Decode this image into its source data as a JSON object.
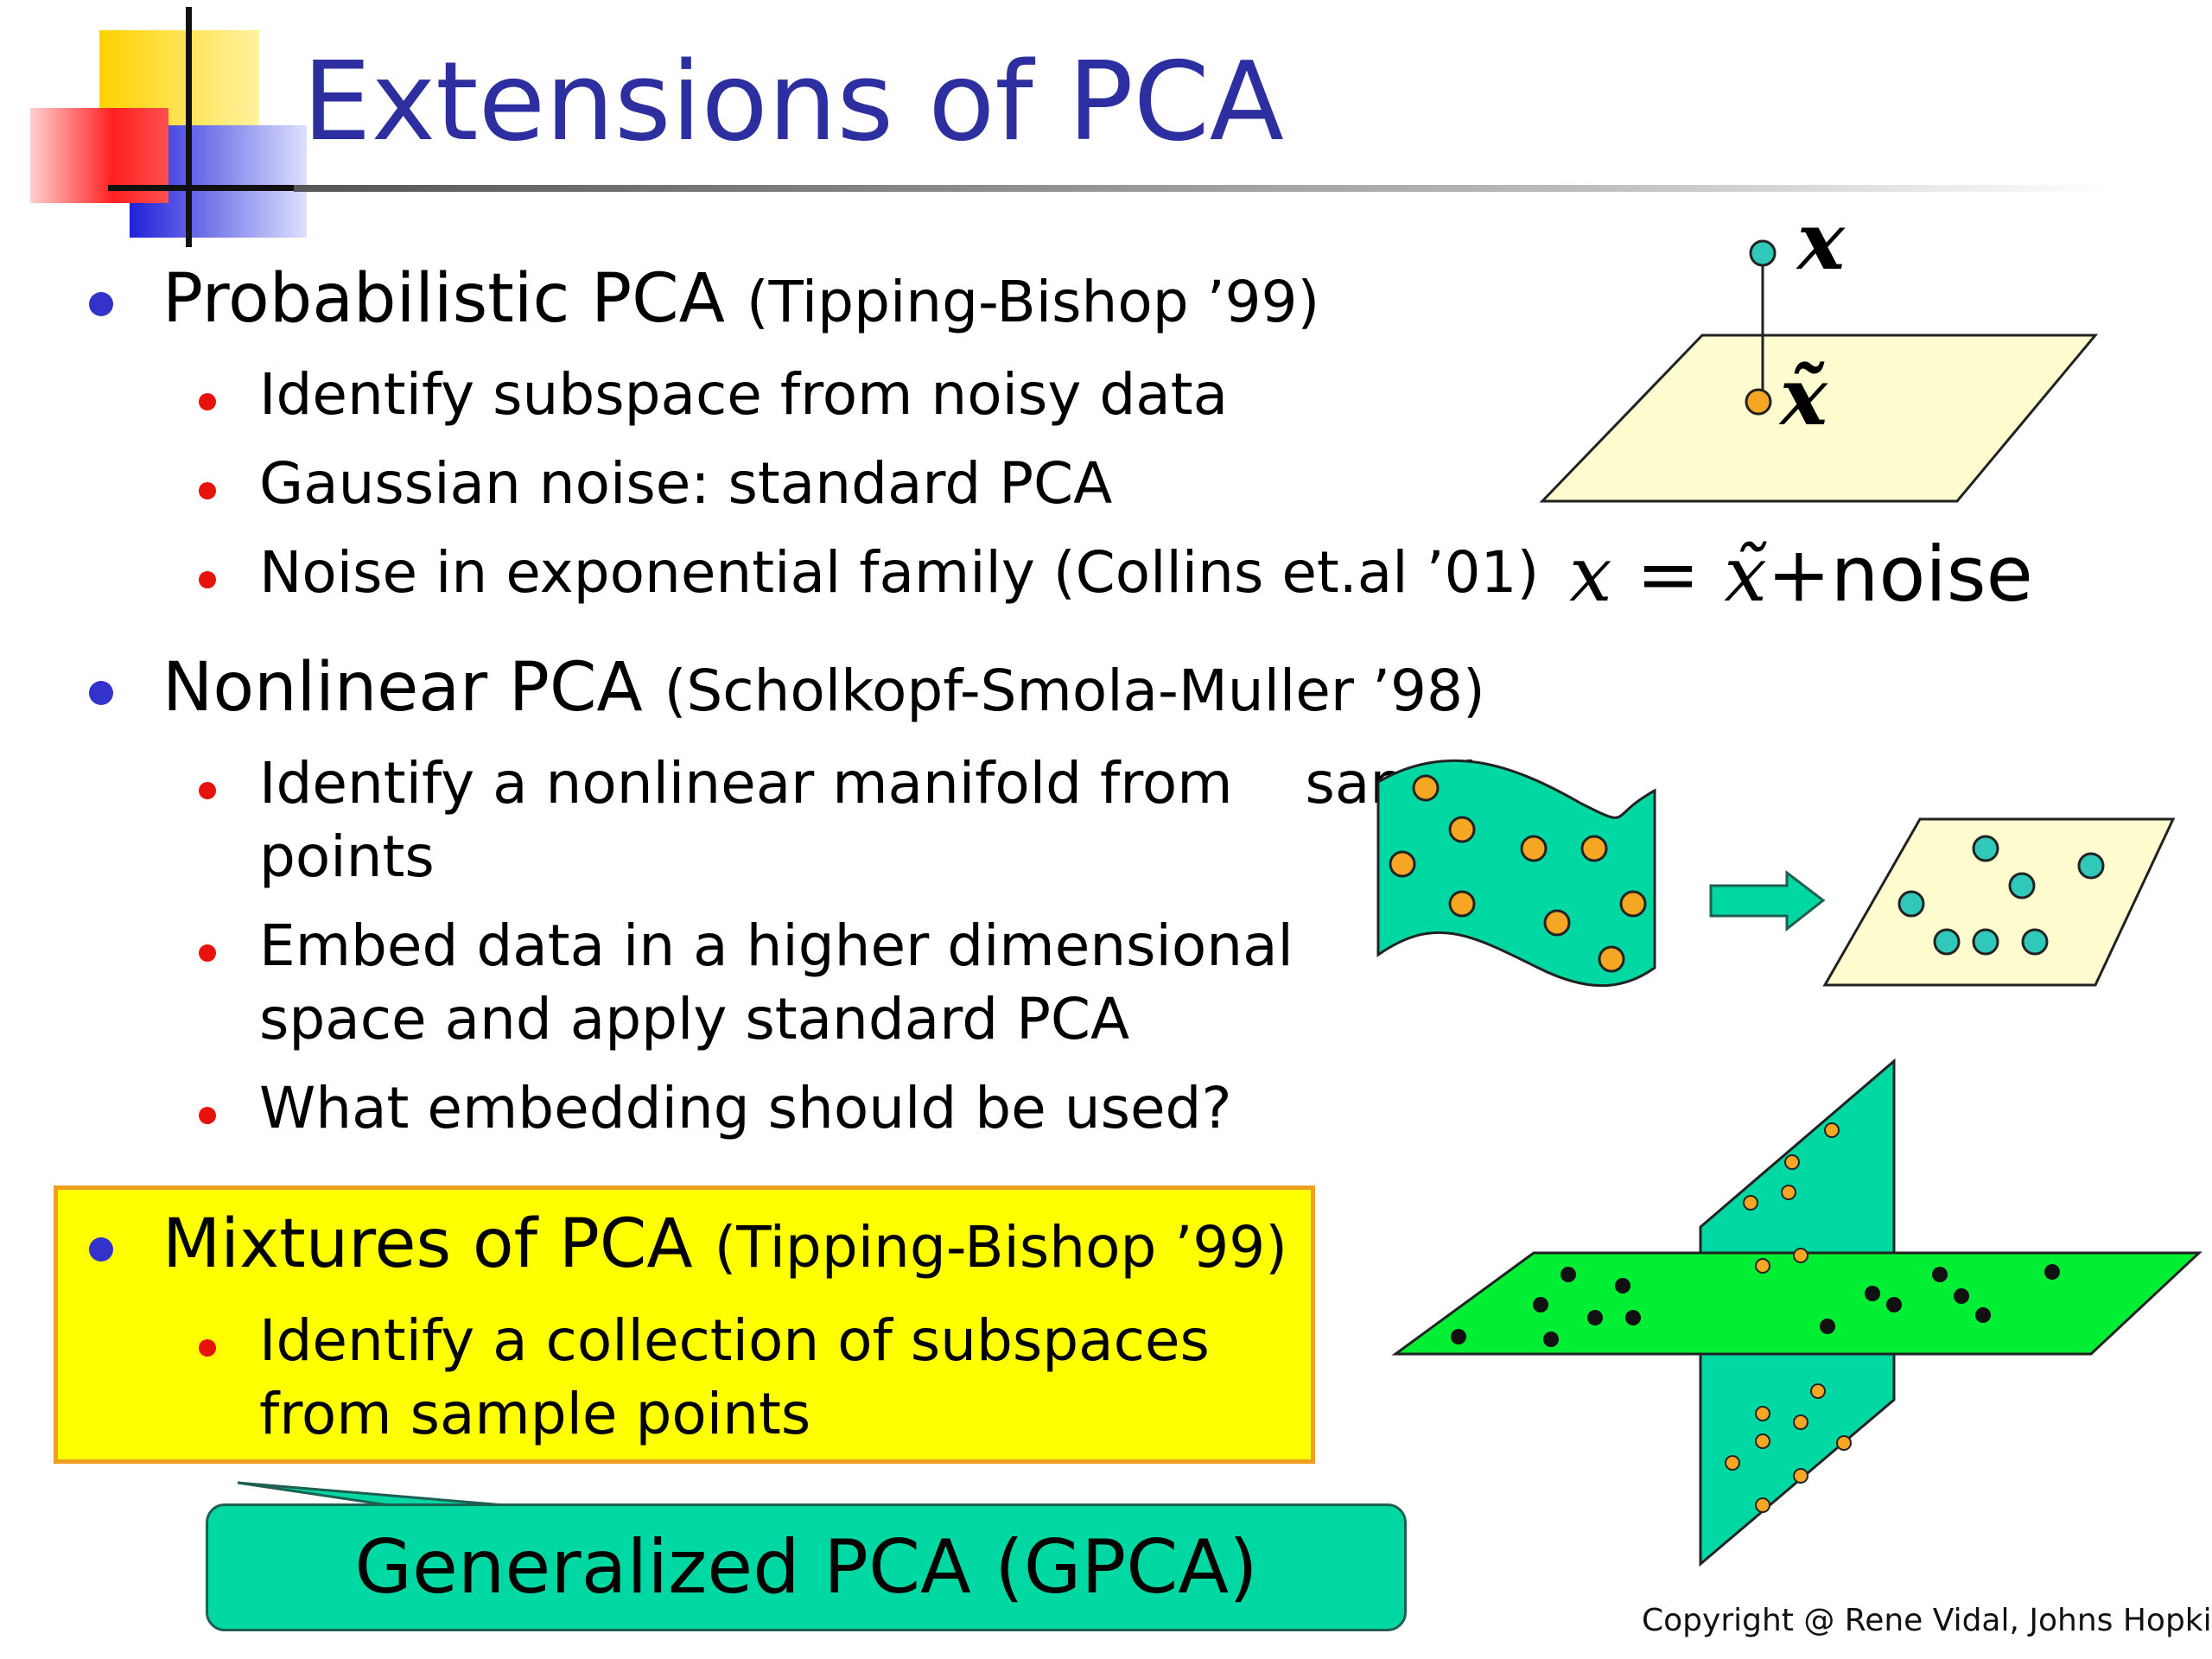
{
  "title": "Extensions of PCA",
  "sections": [
    {
      "main": "Probabilistic PCA",
      "ref": "(Tipping-Bishop ’99)",
      "subs": [
        "Identify subspace from noisy data",
        "Gaussian noise: standard PCA",
        "Noise in exponential family (Collins et.al ’01)"
      ]
    },
    {
      "main": "Nonlinear PCA",
      "ref": "(Scholkopf-Smola-Muller ’98)",
      "subs": [
        "Identify a nonlinear manifold from    sample",
        "points",
        "Embed data in a higher dimensional",
        "space and apply standard PCA",
        "What embedding should be used?"
      ]
    },
    {
      "main": "Mixtures of PCA",
      "ref": "(Tipping-Bishop ’99)",
      "subs": [
        "Identify a collection of subspaces",
        "from sample points"
      ]
    }
  ],
  "gpca_label": "Generalized PCA (GPCA)",
  "copyright": "Copyright @ Rene Vidal, Johns Hopkins",
  "figure1": {
    "point_label": "x",
    "projection_label": "x̃",
    "equation_lhs": "x = x̃",
    "equation_plus": "+",
    "equation_noise": "noise"
  },
  "colors": {
    "title": "#2d2ea0",
    "bullet_main": "#3333cc",
    "bullet_sub": "#e8120c",
    "highlight_box": "#ffff00",
    "gpca_box": "#00d8a4",
    "plane_light": "#fffcd0",
    "manifold": "#00d8a4",
    "plane_green": "#00ee33",
    "point_orange": "#f5a623",
    "point_teal": "#30c8b8"
  }
}
